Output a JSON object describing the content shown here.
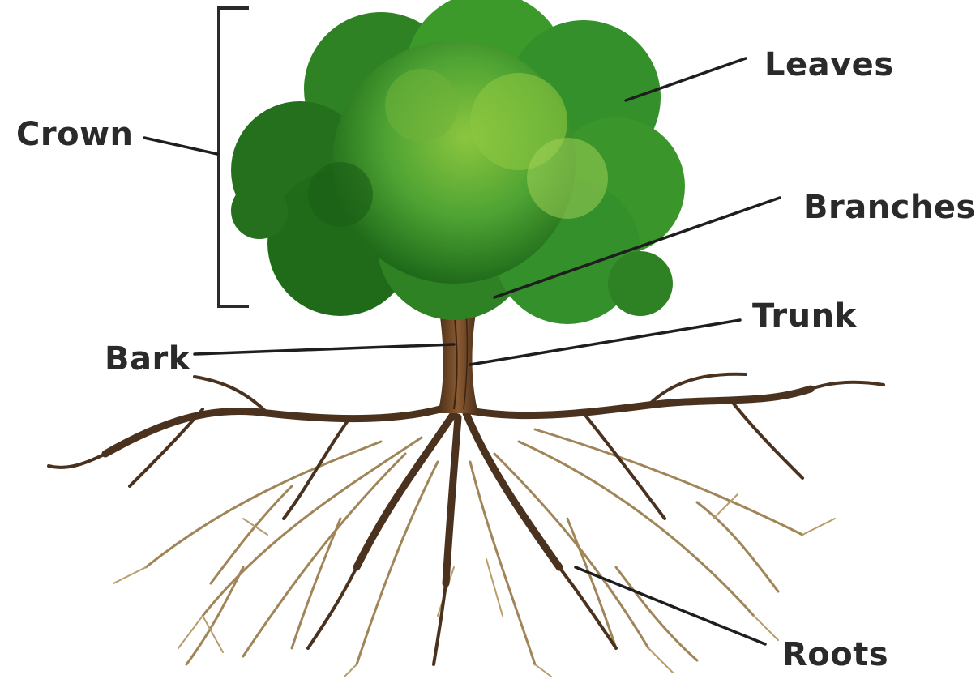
{
  "labels": {
    "crown": "Crown",
    "leaves": "Leaves",
    "branches": "Branches",
    "trunk": "Trunk",
    "bark": "Bark",
    "roots": "Roots"
  },
  "colors": {
    "text": "#2a2a2a",
    "leader_line": "#1e1e1e",
    "foliage_dark": "#1f6b1a",
    "foliage_mid": "#3c9a2a",
    "foliage_light": "#8cc63f",
    "trunk": "#6b4426",
    "root_dark": "#4a321e",
    "root_light": "#a08558"
  }
}
